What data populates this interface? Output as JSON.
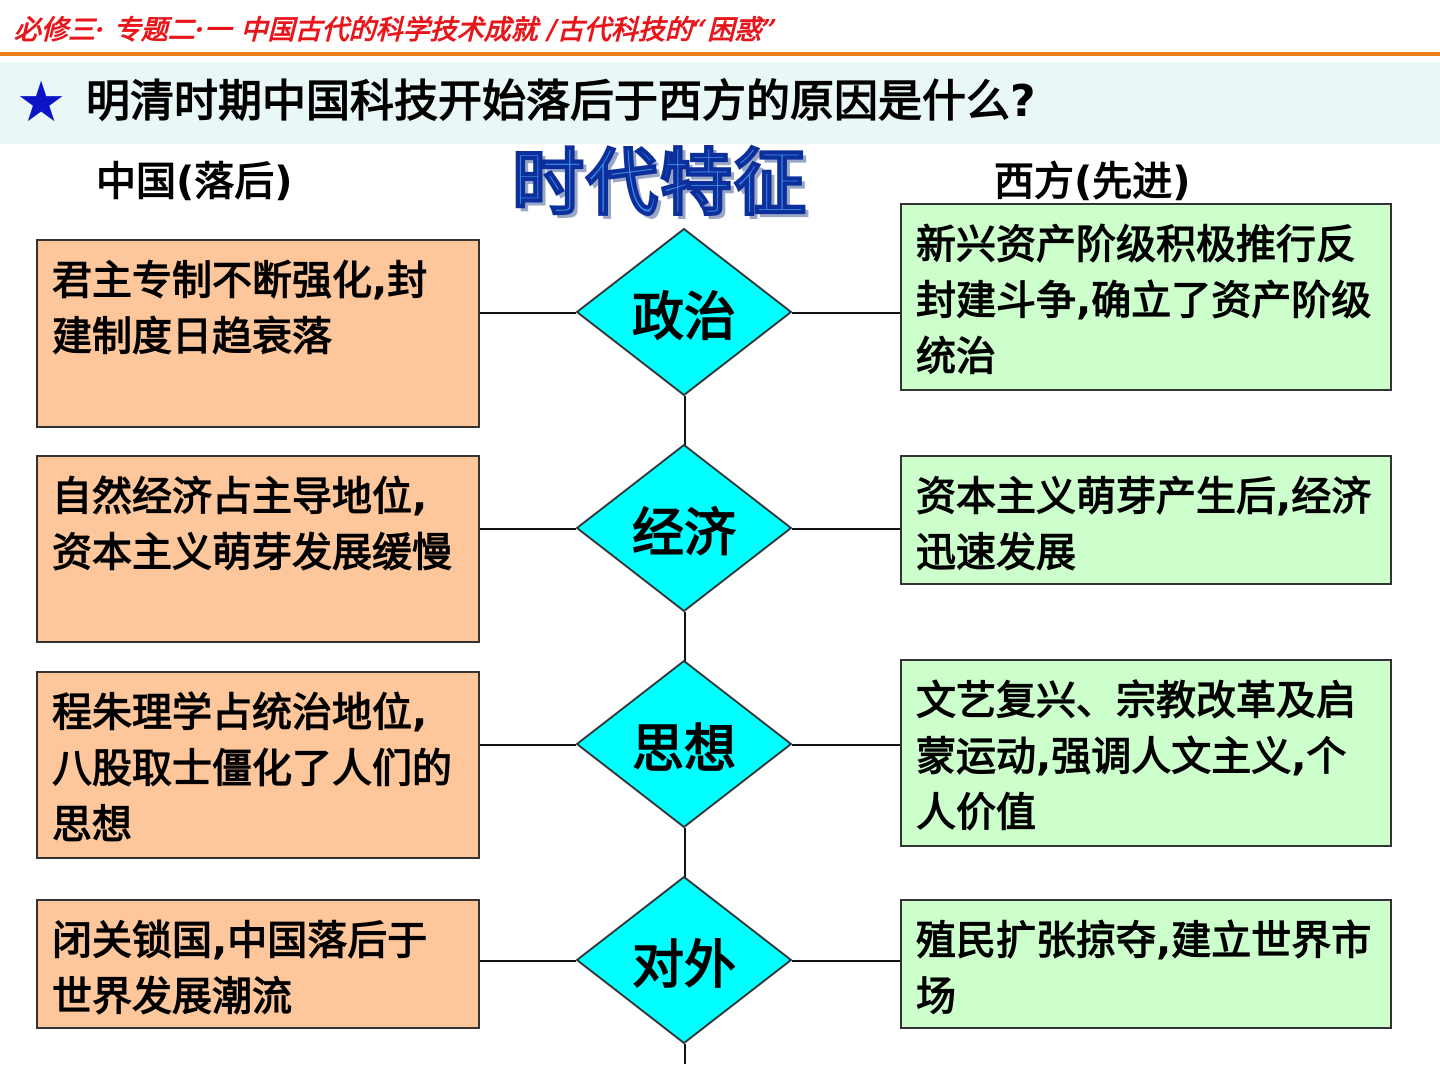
{
  "header": {
    "breadcrumb": "必修三· 专题二·一 中国古代的科学技术成就 /古代科技的“困惑”"
  },
  "question": {
    "star": "★",
    "text": "明清时期中国科技开始落后于西方的原因是什么?"
  },
  "columns": {
    "china": "中国(落后)",
    "west": "西方(先进)",
    "center_title": "时代特征"
  },
  "colors": {
    "left_box": "#fdc79b",
    "right_box": "#ccffcc",
    "diamond": "#00ffff",
    "header_text": "#e8161b",
    "header_line": "#f07f1a",
    "star": "#0b14c6"
  },
  "rows": [
    {
      "category": "政治",
      "china": "君主专制不断强化,封建制度日趋衰落",
      "west": "新兴资产阶级积极推行反封建斗争,确立了资产阶级统治"
    },
    {
      "category": "经济",
      "china": "自然经济占主导地位,资本主义萌芽发展缓慢",
      "west": "资本主义萌芽产生后,经济迅速发展"
    },
    {
      "category": "思想",
      "china": "程朱理学占统治地位,八股取士僵化了人们的思想",
      "west": "文艺复兴、宗教改革及启蒙运动,强调人文主义,个人价值"
    },
    {
      "category": "对外",
      "china": "闭关锁国,中国落后于世界发展潮流",
      "west": "殖民扩张掠夺,建立世界市场"
    }
  ]
}
